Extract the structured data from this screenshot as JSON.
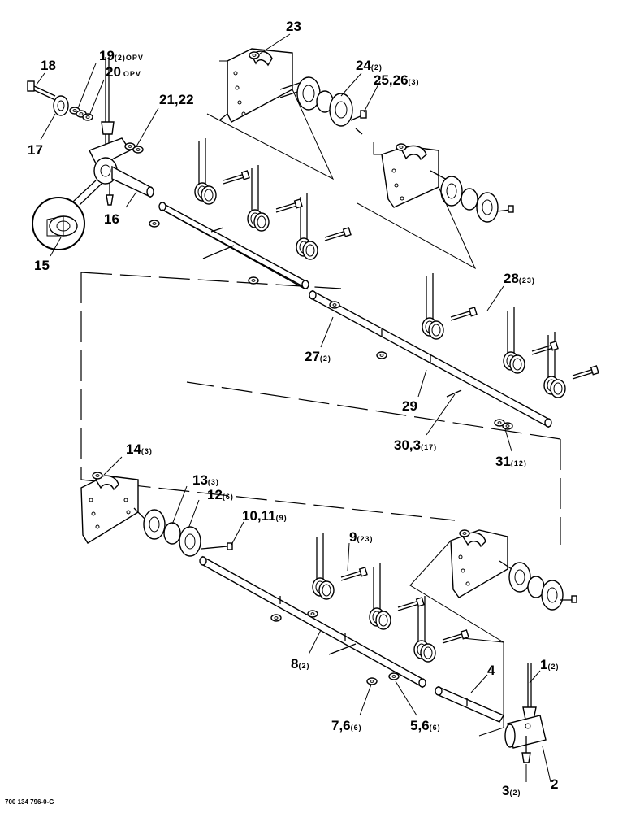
{
  "callouts": [
    {
      "id": "c18",
      "main": "18",
      "sub": ""
    },
    {
      "id": "c19",
      "main": "19",
      "sub": "(2)OPV"
    },
    {
      "id": "c20",
      "main": "20",
      "sub": "OPV"
    },
    {
      "id": "c17",
      "main": "17",
      "sub": ""
    },
    {
      "id": "c21",
      "main": "21,22",
      "sub": ""
    },
    {
      "id": "c16",
      "main": "16",
      "sub": ""
    },
    {
      "id": "c15",
      "main": "15",
      "sub": ""
    },
    {
      "id": "c23",
      "main": "23",
      "sub": ""
    },
    {
      "id": "c24",
      "main": "24",
      "sub": "(2)"
    },
    {
      "id": "c25",
      "main": "25,26",
      "sub": "(3)"
    },
    {
      "id": "c28",
      "main": "28",
      "sub": "(23)"
    },
    {
      "id": "c27",
      "main": "27",
      "sub": "(2)"
    },
    {
      "id": "c29",
      "main": "29",
      "sub": ""
    },
    {
      "id": "c30",
      "main": "30,3",
      "sub": "(17)"
    },
    {
      "id": "c31",
      "main": "31",
      "sub": "(12)"
    },
    {
      "id": "c14",
      "main": "14",
      "sub": "(3)"
    },
    {
      "id": "c13",
      "main": "13",
      "sub": "(3)"
    },
    {
      "id": "c12",
      "main": "12",
      "sub": "(6)"
    },
    {
      "id": "c10",
      "main": "10,11",
      "sub": "(9)"
    },
    {
      "id": "c9",
      "main": "9",
      "sub": "(23)"
    },
    {
      "id": "c8",
      "main": "8",
      "sub": "(2)"
    },
    {
      "id": "c4",
      "main": "4",
      "sub": ""
    },
    {
      "id": "c1",
      "main": "1",
      "sub": "(2)"
    },
    {
      "id": "c7",
      "main": "7,6",
      "sub": "(6)"
    },
    {
      "id": "c5",
      "main": "5,6",
      "sub": "(6)"
    },
    {
      "id": "c3",
      "main": "3",
      "sub": "(2)"
    },
    {
      "id": "c2",
      "main": "2",
      "sub": ""
    }
  ],
  "drawing_code": "700 134 796-0-G"
}
